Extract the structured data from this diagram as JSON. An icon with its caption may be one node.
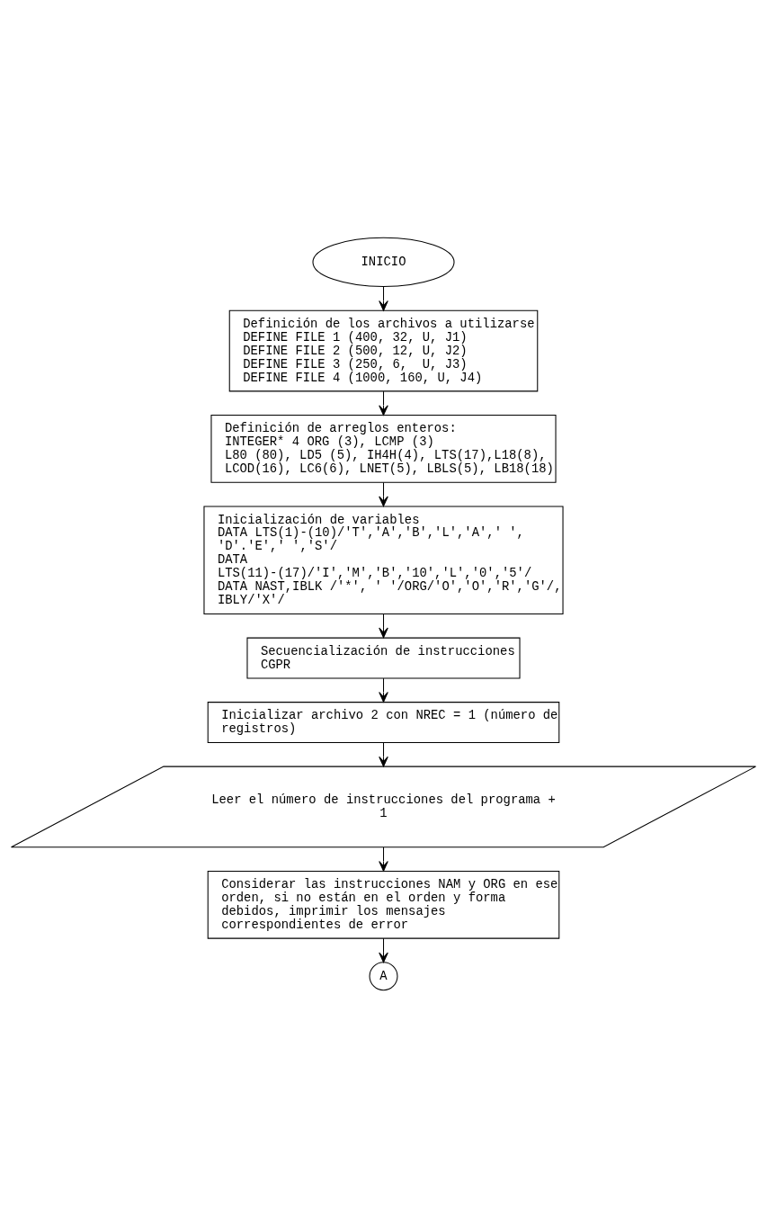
{
  "diagram": {
    "nodes": [
      {
        "text": [
          "INICIO"
        ]
      },
      {
        "text": [
          "Definición de los archivos a utilizarse",
          "DEFINE FILE 1 (400, 32, U, J1)",
          "DEFINE FILE 2 (500, 12, U, J2)",
          "DEFINE FILE 3 (250, 6,  U, J3)",
          "DEFINE FILE 4 (1000, 160, U, J4)"
        ]
      },
      {
        "text": [
          "Definición de arreglos enteros:",
          "INTEGER* 4 ORG (3), LCMP (3)",
          "L80 (80), LD5 (5), IH4H(4), LTS(17),L18(8), LCOD(16), LC6(6), LNET(5), LBLS(5), LB18(18)"
        ]
      },
      {
        "text": [
          "Inicialización de variables",
          "DATA LTS(1)-(10)/'T','A','B','L','A',' ', 'D'.'E',' ','S'/",
          "DATA LTS(11)-(17)/'I','M','B','10','L','0','5'/",
          "DATA NAST,IBLK /'*', ' '/ORG/'O','O','R','G'/, IBLY/'X'/"
        ]
      },
      {
        "text": [
          "Secuencialización de instrucciones",
          "CGPR"
        ]
      },
      {
        "text": [
          "Inicializar archivo 2 con NREC = 1 (número de registros)"
        ]
      },
      {
        "text": [
          "Leer el número de instrucciones del programa + 1"
        ]
      },
      {
        "text": [
          "Considerar las instrucciones NAM y ORG en ese orden, si no están en el orden y forma debidos, imprimir los mensajes correspondientes de error"
        ]
      },
      {
        "text": [
          "A"
        ]
      }
    ],
    "edges": [
      {
        "from": 0,
        "to": 1,
        "arrow": "to"
      },
      {
        "from": 1,
        "to": 2,
        "arrow": "to"
      },
      {
        "from": 2,
        "to": 3,
        "arrow": "to"
      },
      {
        "from": 3,
        "to": 4,
        "arrow": "to"
      },
      {
        "from": 4,
        "to": 5,
        "arrow": "to"
      },
      {
        "from": 5,
        "to": 6,
        "arrow": "to"
      },
      {
        "from": 6,
        "to": 7,
        "arrow": "to"
      },
      {
        "from": 7,
        "to": 8,
        "arrow": "to"
      }
    ]
  }
}
